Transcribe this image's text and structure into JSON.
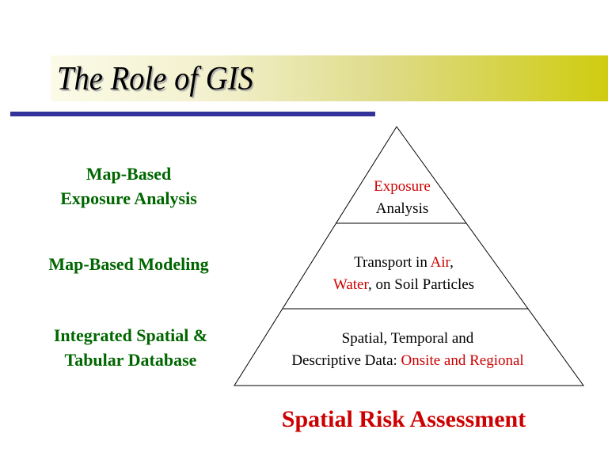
{
  "title": "The Role of GIS",
  "left_labels": [
    {
      "line1": "Map-Based",
      "line2": "Exposure Analysis"
    },
    {
      "line1": "Map-Based Modeling"
    },
    {
      "line1": "Integrated Spatial &",
      "line2": "Tabular Database"
    }
  ],
  "pyramid": {
    "top": {
      "red": "Exposure",
      "black": "Analysis"
    },
    "middle": {
      "a": "Transport in ",
      "b": "Air",
      "c": ",",
      "d": "Water",
      "e": ", on Soil Particles"
    },
    "bottom": {
      "line1": "Spatial, Temporal and",
      "a": "Descriptive Data: ",
      "b": "Onsite and Regional"
    }
  },
  "footer": "Spatial Risk Assessment",
  "colors": {
    "banner_end": "#cfcc10",
    "rule": "#333399",
    "label_green": "#006600",
    "accent_red": "#cc0000"
  }
}
